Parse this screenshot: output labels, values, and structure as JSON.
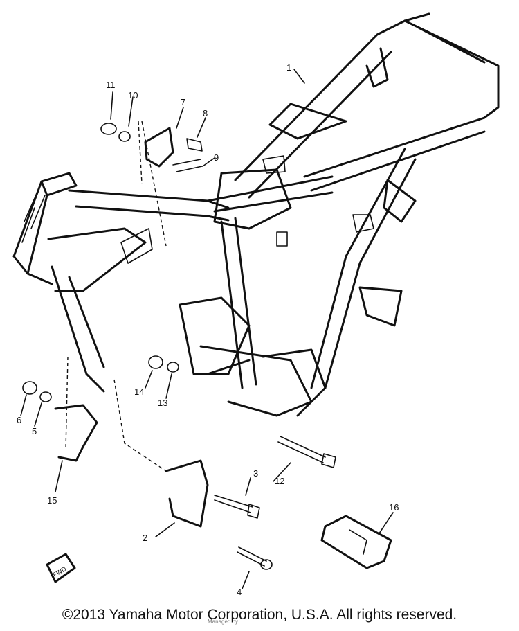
{
  "diagram": {
    "part_labels": [
      "1",
      "2",
      "3",
      "4",
      "5",
      "6",
      "7",
      "8",
      "9",
      "10",
      "11",
      "12",
      "13",
      "14",
      "15",
      "16"
    ],
    "fwd_tag": "FWD"
  },
  "footer": {
    "copyright": "©2013 Yamaha Motor Corporation, U.S.A. All rights reserved.",
    "watermark": "Managed by ..."
  }
}
